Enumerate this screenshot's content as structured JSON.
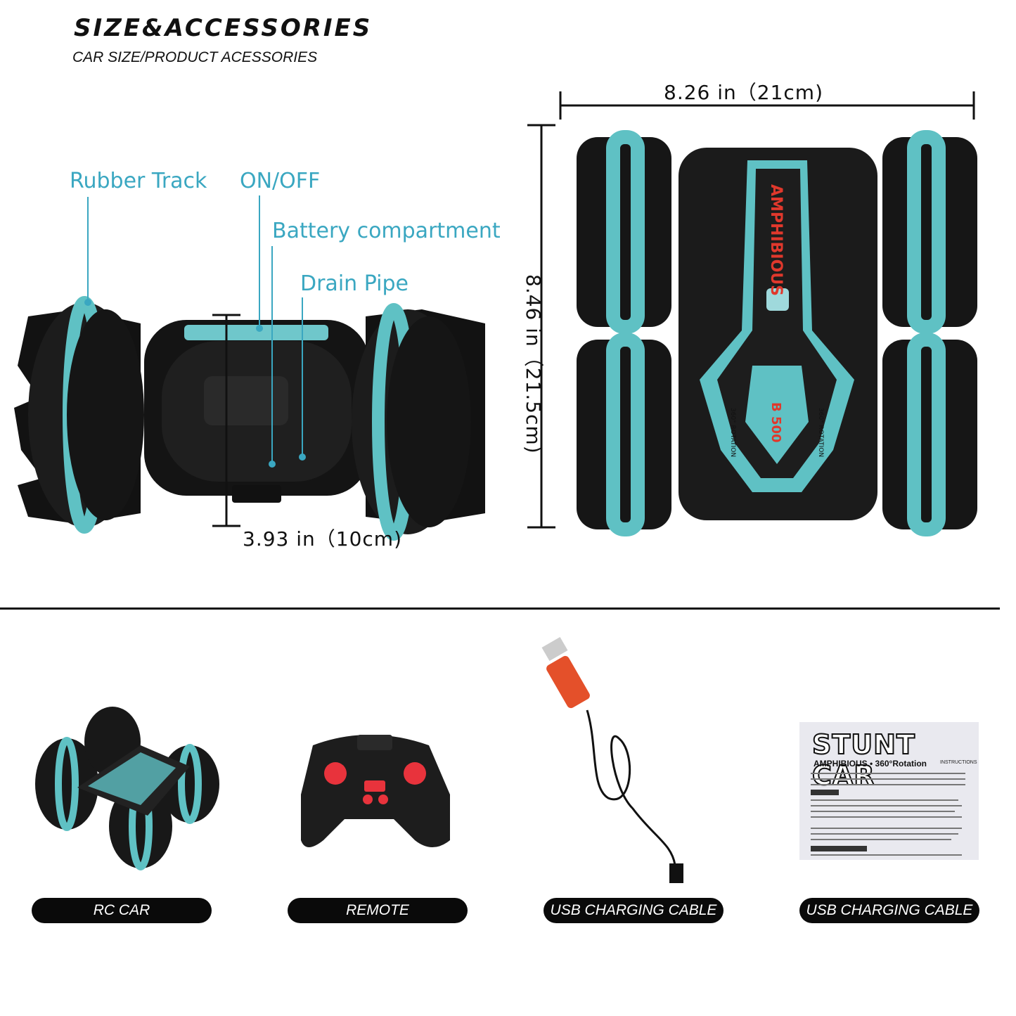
{
  "header": {
    "title": "SIZE&ACCESSORIES",
    "subtitle": "CAR SIZE/PRODUCT ACESSORIES"
  },
  "callouts": {
    "rubber_track": "Rubber Track",
    "on_off": "ON/OFF",
    "battery": "Battery compartment",
    "drain": "Drain Pipe"
  },
  "dimensions": {
    "width": "8.26 in（21cm)",
    "length": "8.46 in（21.5cm)",
    "height": "3.93 in（10cm)"
  },
  "car_top_text": {
    "brand": "AMPHIBIOUS",
    "model": "B 500",
    "rotation_left": "360° ROTATION",
    "rotation_right": "360° ROTATION"
  },
  "manual": {
    "title": "STUNT CAR",
    "subtitle": "AMPHIBIOUS • 360°Rotation",
    "tag": "INSTRUCTIONS"
  },
  "accessories": [
    {
      "label": "RC CAR"
    },
    {
      "label": "REMOTE"
    },
    {
      "label": "USB CHARGING CABLE"
    },
    {
      "label": "USB CHARGING CABLE"
    }
  ],
  "colors": {
    "accent": "#3aa7c1",
    "track": "#5fc1c4",
    "body": "#1a1a1a",
    "cable_plug": "#e4502a",
    "remote_button": "#e8333c"
  }
}
